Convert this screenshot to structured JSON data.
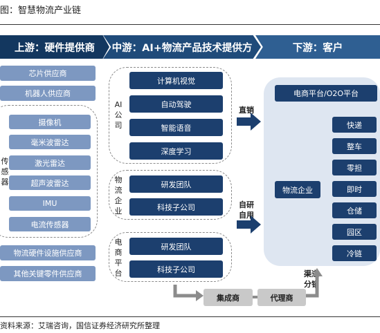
{
  "figure": {
    "title": "图：智慧物流产业链",
    "source": "资料来源：艾瑞咨询，国信证券经济研究所整理"
  },
  "headers": {
    "upstream": "上游：硬件提供商",
    "midstream": "中游：AI+物流产品技术提供方",
    "downstream": "下游：客户"
  },
  "upstream": {
    "top_items": [
      "芯片供应商",
      "机器人供应商"
    ],
    "sensor_label": "传感器",
    "sensor_items": [
      "摄像机",
      "毫米波雷达",
      "激光雷达",
      "超声波雷达",
      "IMU",
      "电流传感器"
    ],
    "bottom_items": [
      "物流硬件设施供应商",
      "其他关键零件供应商"
    ]
  },
  "midstream": {
    "ai_group": {
      "label": "AI公司",
      "items": [
        "计算机视觉",
        "自动驾驶",
        "智能语音",
        "深度学习"
      ]
    },
    "logistics_group": {
      "label": "物流企业",
      "items": [
        "研发团队",
        "科技子公司"
      ]
    },
    "ecommerce_group": {
      "label": "电商平台",
      "items": [
        "研发团队",
        "科技子公司"
      ]
    }
  },
  "flows": {
    "direct_sales": "直销",
    "self_develop": "自研自用",
    "channel": "渠道分销",
    "integrator": "集成商",
    "agent": "代理商"
  },
  "downstream": {
    "ecommerce_platform": "电商平台/O2O平台",
    "logistics_company": "物流企业",
    "segments": [
      "快递",
      "整车",
      "零担",
      "即时",
      "仓储",
      "园区",
      "冷链"
    ]
  },
  "colors": {
    "dark_navy": "#13375f",
    "block_dark": "#1c3f6e",
    "block_light": "#7d98c1",
    "panel_bg": "#dee6f1",
    "arrow_gray": "#8c8c8c"
  }
}
